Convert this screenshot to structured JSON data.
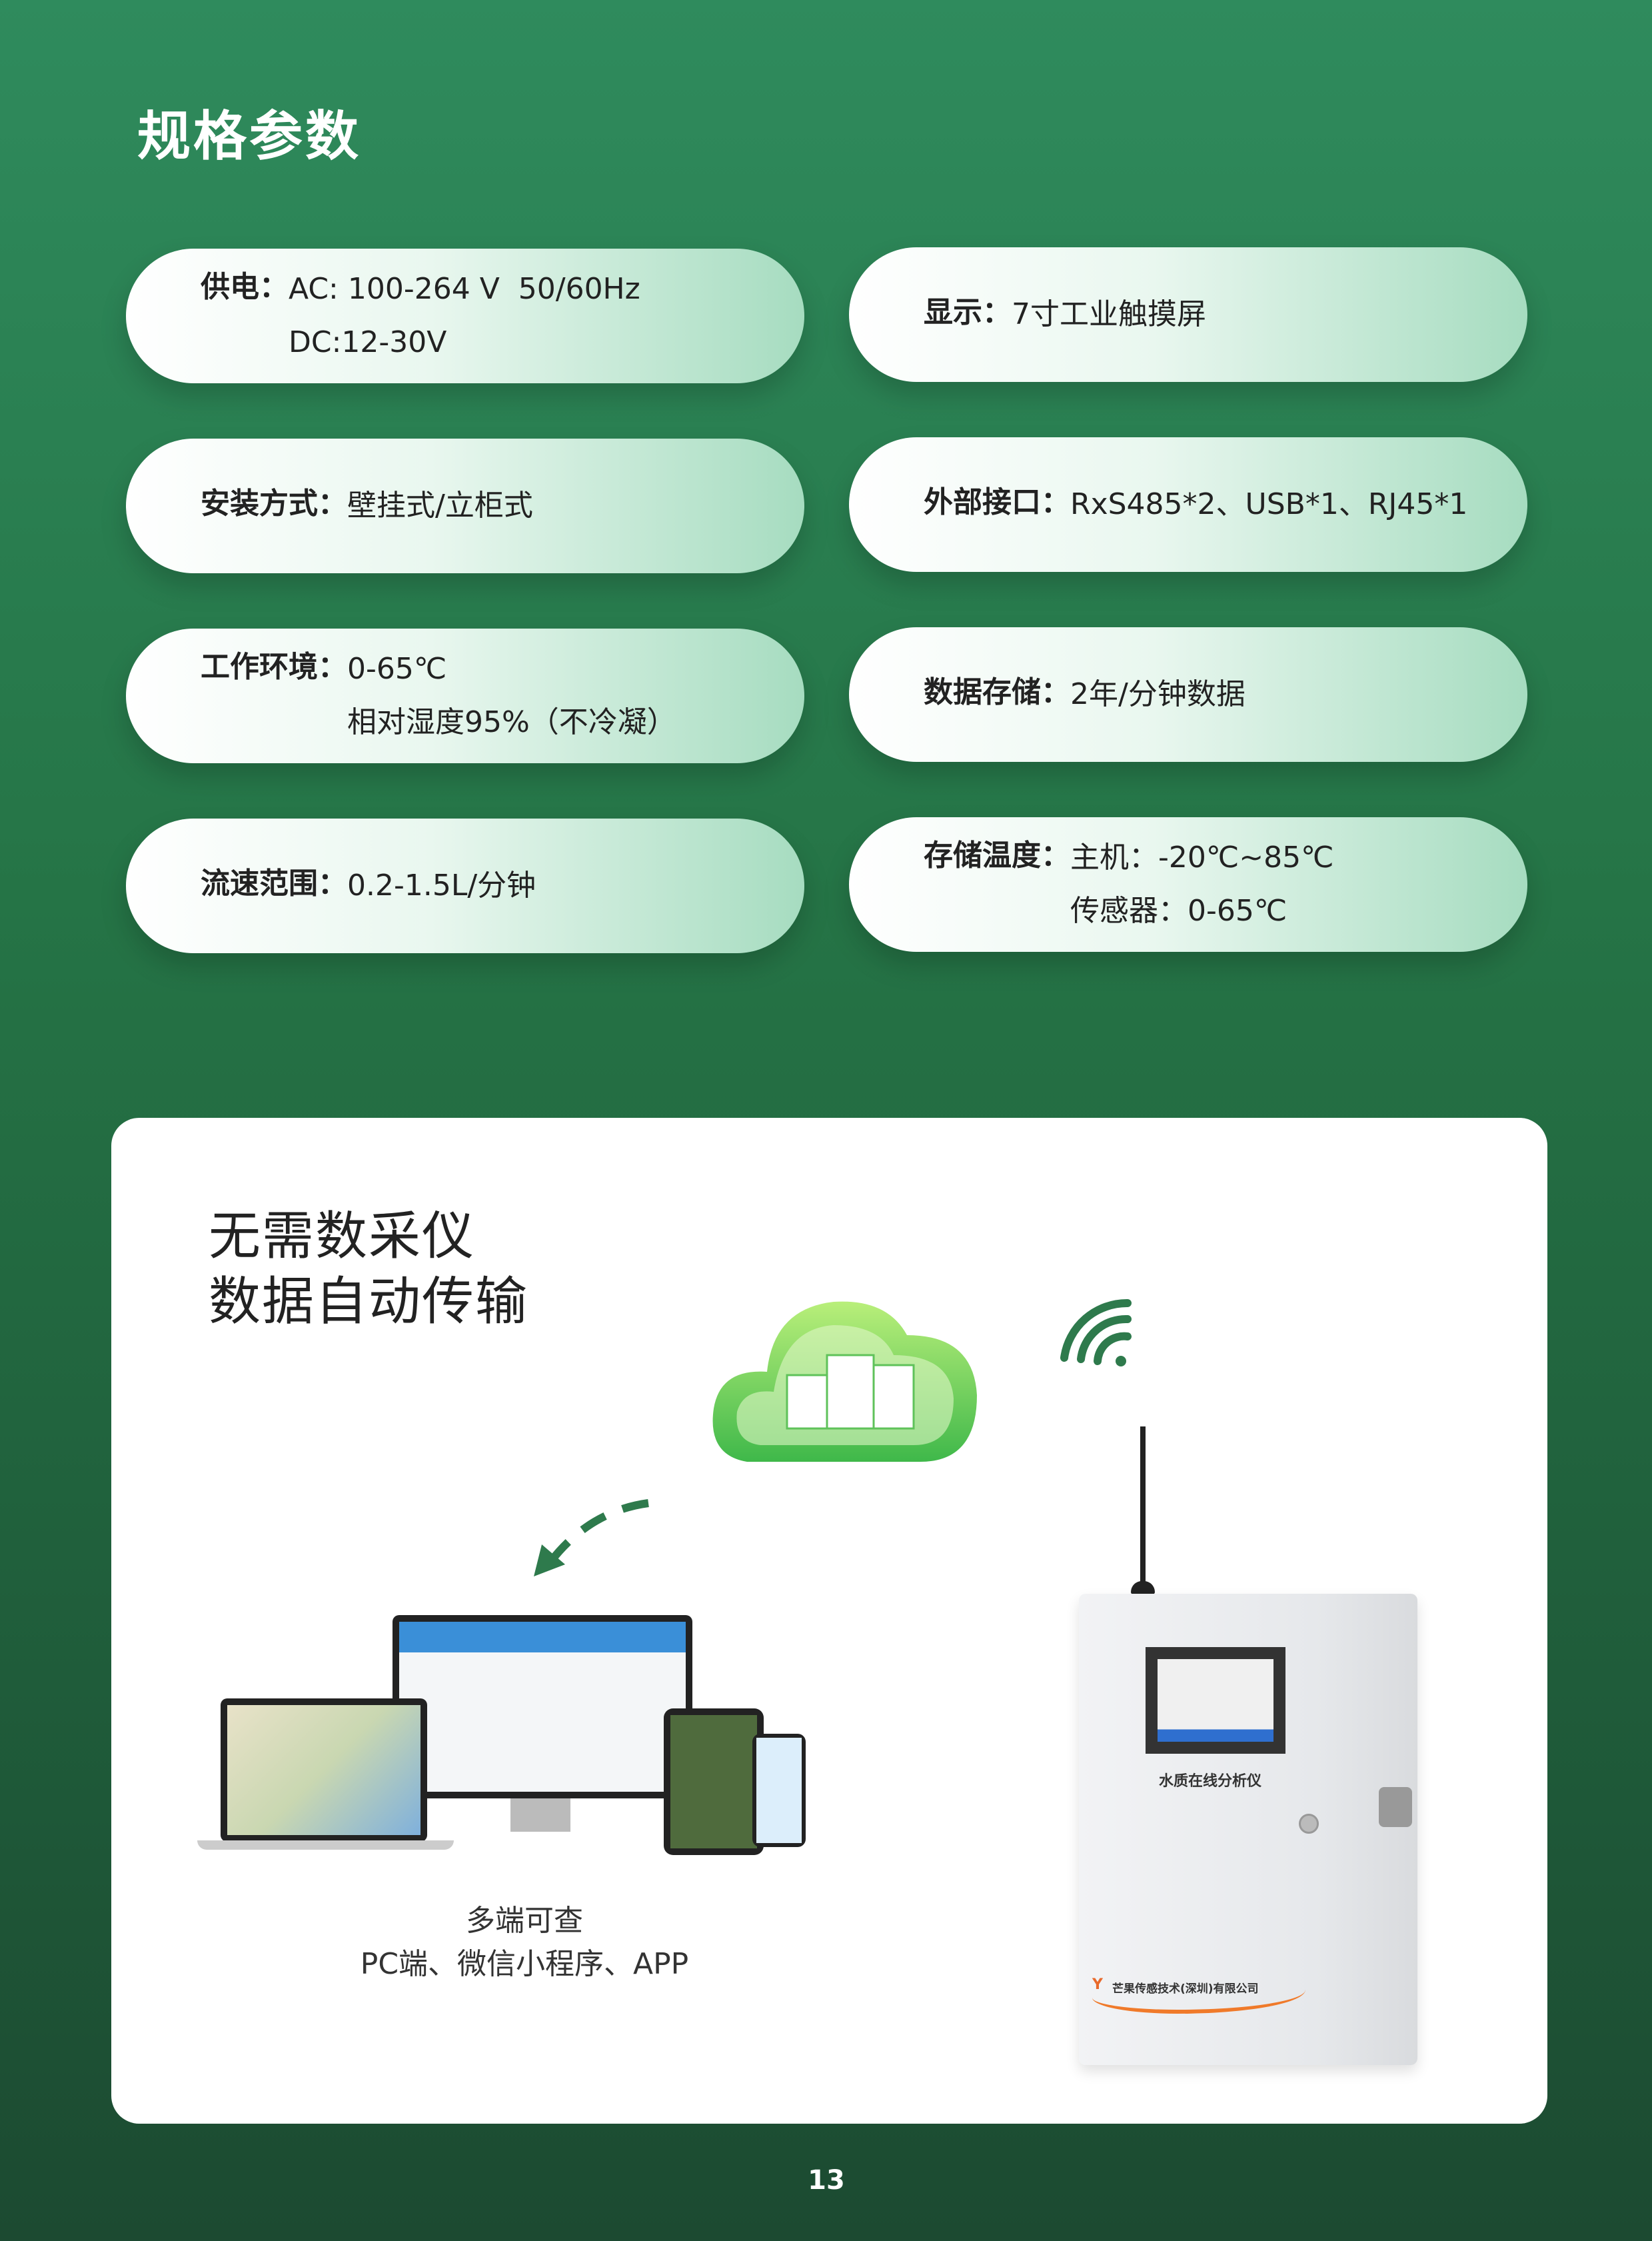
{
  "page_title": "规格参数",
  "specs": [
    {
      "label": "供电：",
      "lines": [
        "AC: 100-264 V  50/60Hz",
        "DC:12-30V"
      ]
    },
    {
      "label": "显示：",
      "lines": [
        "7寸工业触摸屏"
      ]
    },
    {
      "label": "安装方式：",
      "lines": [
        "壁挂式/立柜式"
      ]
    },
    {
      "label": "外部接口：",
      "lines": [
        "RxS485*2、USB*1、RJ45*1"
      ]
    },
    {
      "label": "工作环境：",
      "lines": [
        "0-65℃",
        "相对湿度95%（不冷凝）"
      ]
    },
    {
      "label": "数据存储：",
      "lines": [
        "2年/分钟数据"
      ]
    },
    {
      "label": "流速范围：",
      "lines": [
        "0.2-1.5L/分钟"
      ]
    },
    {
      "label": "存储温度：",
      "lines": [
        "主机：-20℃~85℃",
        "传感器：0-65℃"
      ]
    }
  ],
  "panel": {
    "heading_line1": "无需数采仪",
    "heading_line2": "数据自动传输",
    "caption_line1": "多端可查",
    "caption_line2": "PC端、微信小程序、APP",
    "device_label": "水质在线分析仪",
    "company_logo_text": "芒果传感技术(深圳)有限公司"
  },
  "page_number": "13",
  "colors": {
    "accent_green": "#2e8a5c",
    "dark_green": "#1c4a31"
  }
}
